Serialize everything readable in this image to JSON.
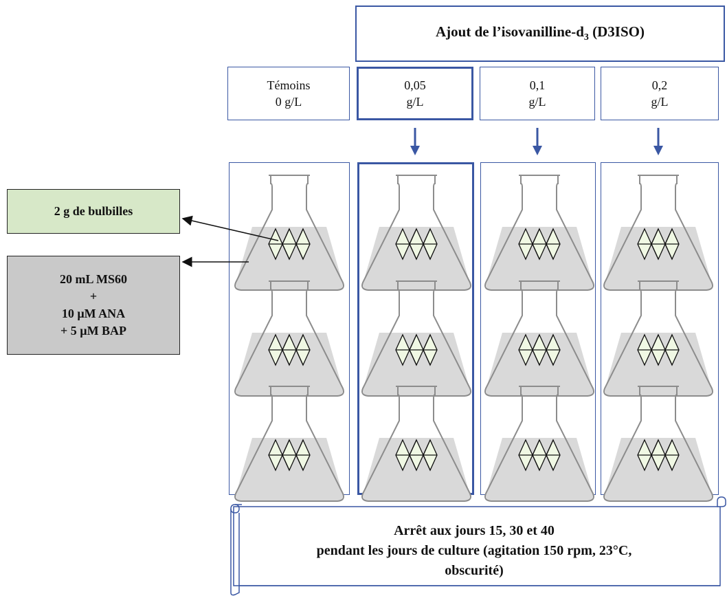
{
  "header": {
    "title_main": "Ajout de l’isovanilline-d",
    "title_sub": "3",
    "title_tail": " (D3ISO)"
  },
  "concentrations": [
    {
      "line1": "Témoins",
      "line2": "0 g/L"
    },
    {
      "line1": "0,05",
      "line2": "g/L"
    },
    {
      "line1": "0,1",
      "line2": "g/L"
    },
    {
      "line1": "0,2",
      "line2": "g/L"
    }
  ],
  "inputs": {
    "bulbs": "2 g de bulbilles",
    "medium_lines": [
      "20 mL MS60",
      "+",
      "10 µM ANA",
      "+ 5 µM BAP"
    ]
  },
  "footer": {
    "lines": [
      "Arrêt aux jours 15, 30 et 40",
      "pendant les jours de culture (agitation 150 rpm, 23°C,",
      "obscurité)"
    ]
  },
  "colors": {
    "border_blue": "#3a57a3",
    "arrow_blue": "#3a57a3",
    "bulb_green": "#d7e8c8",
    "medium_grey": "#c9c9c9",
    "liquid_grey": "#d9d9d9"
  }
}
